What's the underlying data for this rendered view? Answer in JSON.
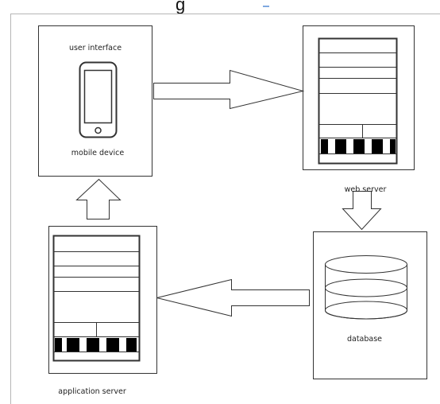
{
  "header": {
    "partial_text": "g"
  },
  "nodes": {
    "user_interface": {
      "title": "user interface",
      "caption": "mobile device"
    },
    "web_server": {
      "caption": "web server"
    },
    "database": {
      "caption": "database"
    },
    "application_server": {
      "caption": "application server"
    }
  },
  "edges": [
    {
      "from": "user_interface",
      "to": "web_server"
    },
    {
      "from": "web_server",
      "to": "database"
    },
    {
      "from": "database",
      "to": "application_server"
    },
    {
      "from": "application_server",
      "to": "user_interface"
    }
  ]
}
